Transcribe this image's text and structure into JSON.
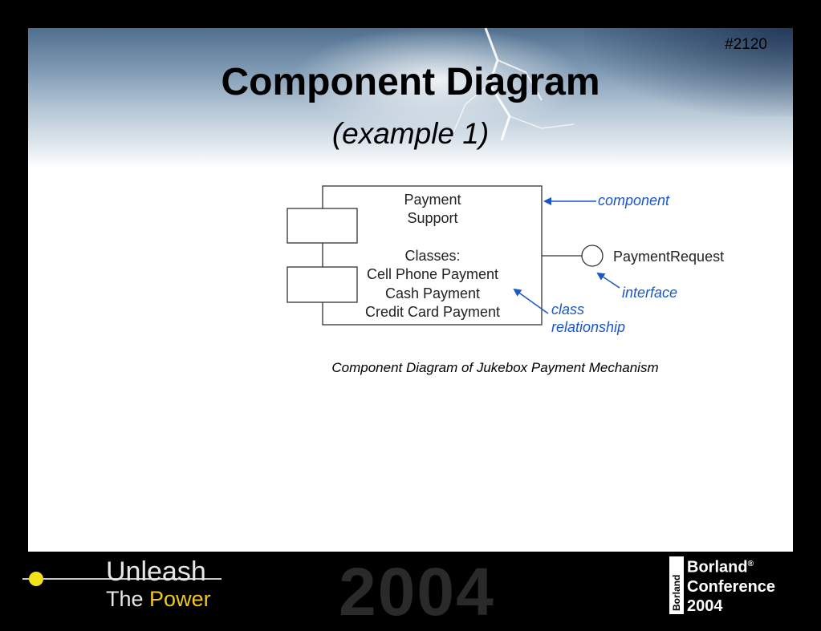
{
  "slide": {
    "number": "#2120",
    "title": "Component Diagram",
    "subtitle": "(example 1)"
  },
  "diagram": {
    "component_name_line1": "Payment",
    "component_name_line2": "Support",
    "classes_header": "Classes:",
    "classes": [
      "Cell Phone Payment",
      "Cash Payment",
      "Credit Card Payment"
    ],
    "interface_name": "PaymentRequest",
    "annotations": {
      "component": "component",
      "interface": "interface",
      "class_line1": "class",
      "class_line2": "relationship"
    },
    "annotation_color": "#1a56c8"
  },
  "caption": "Component Diagram of Jukebox Payment Mechanism",
  "footer": {
    "unleash": "Unleash",
    "the": "The",
    "power": "Power",
    "year": "2004",
    "borland_mark": "Borland",
    "borland": "Borland",
    "conference": "Conference",
    "conference_year": "2004"
  }
}
